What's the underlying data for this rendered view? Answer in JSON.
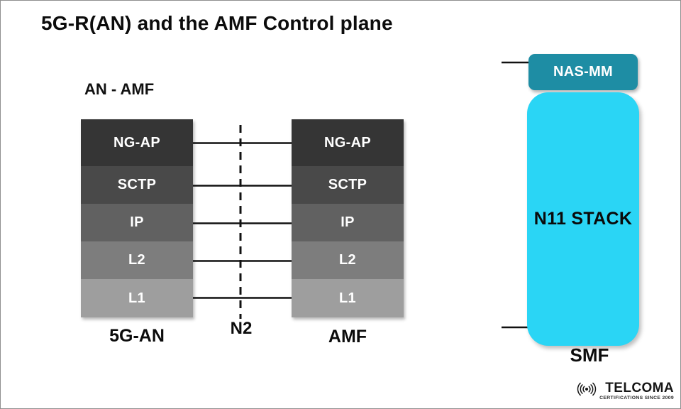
{
  "title": "5G-R(AN) and the AMF Control plane",
  "stacks": {
    "pair_label": "AN - AMF",
    "layers": [
      {
        "label": "NG-AP",
        "color": "#353535"
      },
      {
        "label": "SCTP",
        "color": "#494949"
      },
      {
        "label": "IP",
        "color": "#616161"
      },
      {
        "label": "L2",
        "color": "#7d7d7d"
      },
      {
        "label": "L1",
        "color": "#9e9e9e"
      }
    ],
    "left_caption": "5G-AN",
    "right_caption": "AMF",
    "interface_label": "N2"
  },
  "n11": {
    "header_label": "NAS-MM",
    "header_color": "#1e8da4",
    "body_label": "N11 STACK",
    "body_color": "#2ad5f5",
    "caption": "SMF"
  },
  "logo": {
    "brand": "TELCOMA",
    "tagline": "CERTIFICATIONS SINCE 2009"
  },
  "colors": {
    "line": "#111111",
    "border": "#8f8f8f"
  }
}
